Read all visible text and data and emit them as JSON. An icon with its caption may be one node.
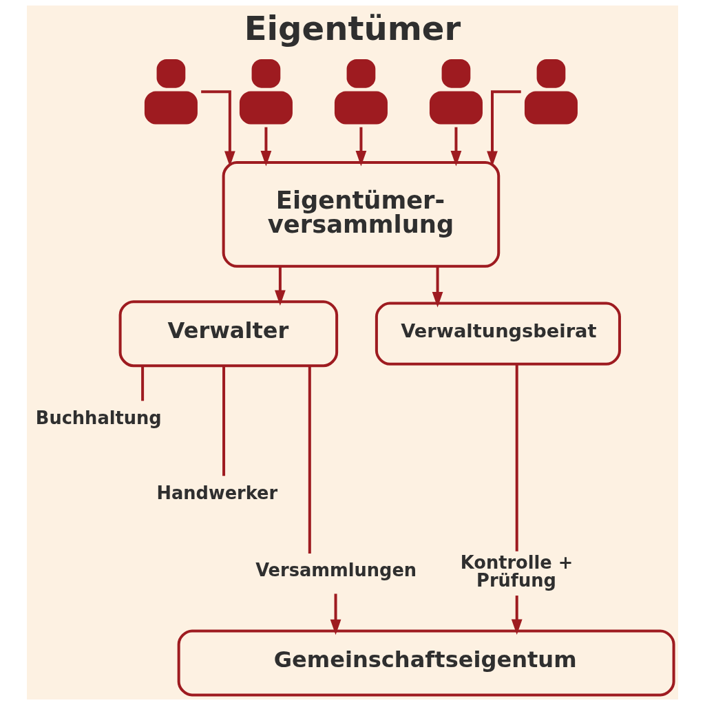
{
  "diagram": {
    "title": "Eigentümer",
    "nodes": [
      {
        "text": [],
        "shape": "person"
      },
      {
        "text": [],
        "shape": "person"
      },
      {
        "text": [],
        "shape": "person"
      },
      {
        "text": [],
        "shape": "person"
      },
      {
        "text": [],
        "shape": "person"
      },
      {
        "text": [
          "Eigentümer- versammlung"
        ]
      },
      {
        "text": [
          "Verwalter"
        ]
      },
      {
        "text": [
          "Verwaltungsbeirat"
        ]
      },
      {
        "text": [
          "Buchhaltung"
        ]
      },
      {
        "text": [
          "Handwerker"
        ]
      },
      {
        "text": [
          "Versammlungen"
        ]
      },
      {
        "text": [
          "Kontrolle + Prüfung"
        ]
      },
      {
        "text": [
          "Gemeinschaftseigentum"
        ]
      }
    ],
    "edges": [
      {
        "from": 0,
        "to": 5,
        "arrow": "to"
      },
      {
        "from": 1,
        "to": 5,
        "arrow": "to"
      },
      {
        "from": 2,
        "to": 5,
        "arrow": "to"
      },
      {
        "from": 3,
        "to": 5,
        "arrow": "to"
      },
      {
        "from": 4,
        "to": 5,
        "arrow": "to"
      },
      {
        "from": 5,
        "to": 6,
        "arrow": "to"
      },
      {
        "from": 5,
        "to": 7,
        "arrow": "to"
      },
      {
        "from": 6,
        "to": 8,
        "arrow": "none"
      },
      {
        "from": 6,
        "to": 9,
        "arrow": "none"
      },
      {
        "from": 6,
        "to": 10,
        "arrow": "none"
      },
      {
        "from": 7,
        "to": 11,
        "arrow": "none"
      },
      {
        "from": 10,
        "to": 12,
        "arrow": "to"
      },
      {
        "from": 11,
        "to": 12,
        "arrow": "to"
      }
    ]
  }
}
